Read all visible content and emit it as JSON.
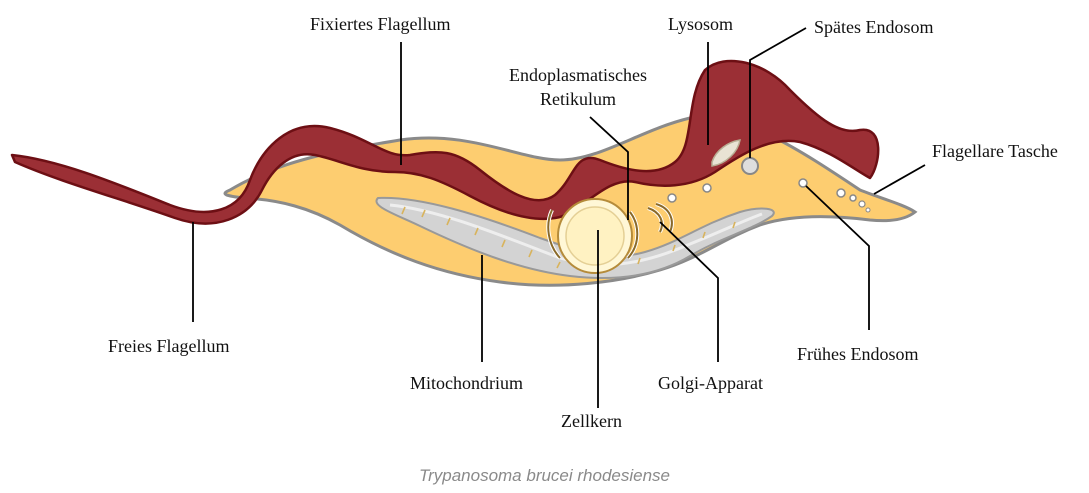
{
  "labels": {
    "fixed_flagellum": "Fixiertes Flagellum",
    "lysosome": "Lysosom",
    "late_endosome": "Spätes Endosom",
    "er_line1": "Endoplasmatisches",
    "er_line2": "Retikulum",
    "flagellar_pocket": "Flagellare Tasche",
    "free_flagellum": "Freies Flagellum",
    "mitochondrion": "Mitochondrium",
    "nucleus": "Zellkern",
    "golgi": "Golgi-Apparat",
    "early_endosome": "Frühes Endosom"
  },
  "caption": "Trypanosoma brucei rhodesiense",
  "colors": {
    "cell_body": "#fdcd70",
    "cell_outline": "#8a8a8a",
    "flagellum": "#9b2f35",
    "flagellum_outline": "#6d0f14",
    "mitochondrion": "#d3d3d3",
    "nucleus": "#fff7d6",
    "leader_line": "#000000"
  }
}
